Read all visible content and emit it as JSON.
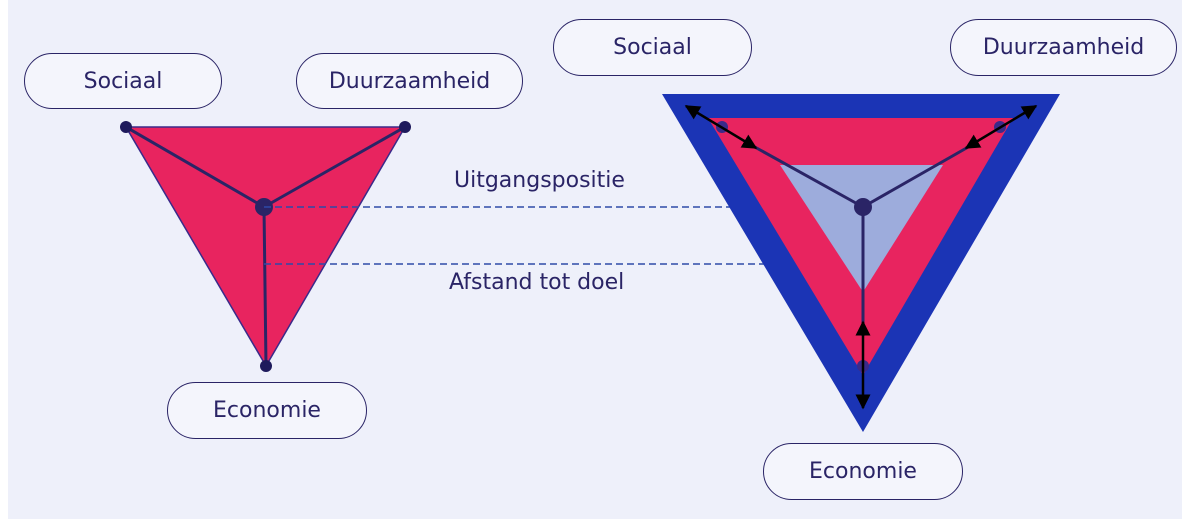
{
  "left_diagram": {
    "labels": {
      "top_left": "Sociaal",
      "top_right": "Duurzaamheid",
      "bottom": "Economie"
    }
  },
  "right_diagram": {
    "labels": {
      "top_left": "Sociaal",
      "top_right": "Duurzaamheid",
      "bottom": "Economie"
    }
  },
  "captions": {
    "start": "Uitgangspositie",
    "distance": "Afstand tot doel"
  },
  "colors": {
    "pink": "#e8245f",
    "dark_blue": "#1b34b5",
    "light_blue": "#9dacdc",
    "line": "#2a2466",
    "arrow": "#000000",
    "dash": "#2e4aa8",
    "background": "#eef0fa"
  }
}
